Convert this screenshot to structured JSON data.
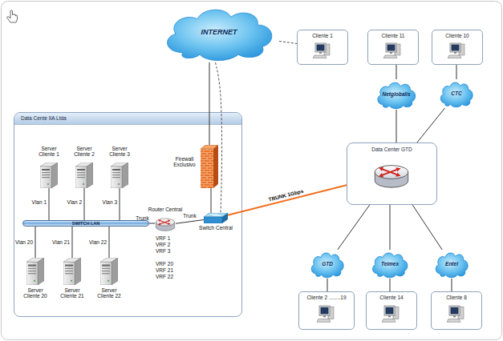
{
  "diagram": {
    "nodes": [
      {
        "text": [
          "INTERNET"
        ]
      },
      {
        "text": [
          "Cliente 1"
        ]
      },
      {
        "text": [
          "Cliente 11"
        ]
      },
      {
        "text": [
          "Cliente 10"
        ]
      },
      {
        "text": [
          "Netglobalis"
        ]
      },
      {
        "text": [
          "CTC"
        ]
      },
      {
        "text": [
          "Data Cente IIA Ltda"
        ]
      },
      {
        "text": [
          "Server Cliente 1"
        ],
        "in": 6
      },
      {
        "text": [
          "Server Cliente 2"
        ],
        "in": 6
      },
      {
        "text": [
          "Server Cliente 3"
        ],
        "in": 6
      },
      {
        "text": [
          "Firewall Exclusivo"
        ],
        "in": 6
      },
      {
        "text": [
          "SWITCH LAN"
        ],
        "in": 6
      },
      {
        "text": [
          "Router Central",
          "VRF 1 VRF 2 VRF 3",
          "VRF 20 VRF 21 VRF 22"
        ],
        "in": 6
      },
      {
        "text": [
          "Switch Central"
        ],
        "in": 6
      },
      {
        "text": [
          "Server Cliente 20"
        ],
        "in": 6
      },
      {
        "text": [
          "Server Cliente 21"
        ],
        "in": 6
      },
      {
        "text": [
          "Server Cliente 22"
        ],
        "in": 6
      },
      {
        "text": [
          "Data Center GTD"
        ]
      },
      {
        "text": [
          "GTD"
        ]
      },
      {
        "text": [
          "Telmex"
        ]
      },
      {
        "text": [
          "Entel"
        ]
      },
      {
        "text": [
          "Cliente 2 ........19"
        ]
      },
      {
        "text": [
          "Cliente 14"
        ]
      },
      {
        "text": [
          "Cliente 8"
        ]
      }
    ],
    "edges": [
      {
        "from": 7,
        "to": 11,
        "arrow": "none",
        "label": "Vlan 1"
      },
      {
        "from": 8,
        "to": 11,
        "arrow": "none",
        "label": "Vlan 2"
      },
      {
        "from": 9,
        "to": 11,
        "arrow": "none",
        "label": "Vlan 3"
      },
      {
        "from": 14,
        "to": 11,
        "arrow": "none",
        "label": "Vlan 20"
      },
      {
        "from": 15,
        "to": 11,
        "arrow": "none",
        "label": "Vlan 21"
      },
      {
        "from": 16,
        "to": 11,
        "arrow": "none",
        "label": "Vlan 22"
      },
      {
        "from": 11,
        "to": 12,
        "arrow": "none",
        "label": "Trunk"
      },
      {
        "from": 12,
        "to": 13,
        "arrow": "none",
        "label": "Trunk"
      },
      {
        "from": 13,
        "to": 10,
        "arrow": "none"
      },
      {
        "from": 10,
        "to": 0,
        "arrow": "none"
      },
      {
        "from": 0,
        "to": 1,
        "arrow": "none"
      },
      {
        "from": 0,
        "to": 13,
        "arrow": "none"
      },
      {
        "from": 13,
        "to": 17,
        "arrow": "none",
        "label": "TRUNK 1Gbps"
      },
      {
        "from": 17,
        "to": 4,
        "arrow": "none"
      },
      {
        "from": 17,
        "to": 5,
        "arrow": "none"
      },
      {
        "from": 4,
        "to": 2,
        "arrow": "none"
      },
      {
        "from": 5,
        "to": 3,
        "arrow": "none"
      },
      {
        "from": 17,
        "to": 18,
        "arrow": "none"
      },
      {
        "from": 17,
        "to": 19,
        "arrow": "none"
      },
      {
        "from": 17,
        "to": 20,
        "arrow": "none"
      },
      {
        "from": 18,
        "to": 21,
        "arrow": "none"
      },
      {
        "from": 19,
        "to": 22,
        "arrow": "none"
      },
      {
        "from": 20,
        "to": 23,
        "arrow": "none"
      }
    ]
  }
}
